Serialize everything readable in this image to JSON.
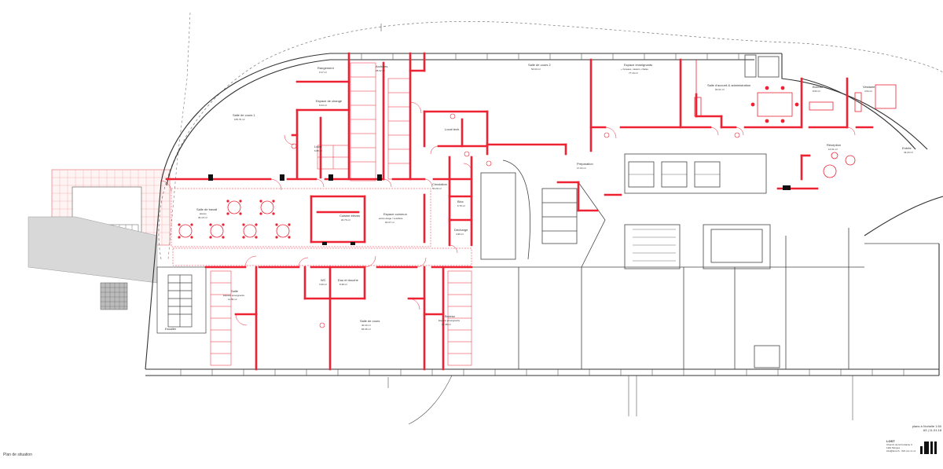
{
  "drawing": {
    "footer_left": "Plan de situation",
    "title_line1": "plans à l'échelle 1:50",
    "title_line2": "A3  |  11.01.18",
    "office_name": "LOST",
    "office_line1": "Chemin de la Fontaine 3",
    "office_line2": "1110 Morges",
    "office_line3": "info@lost.ch · 021 xxx xx xx"
  },
  "rooms": {
    "r_salle_cours_1": "Salle de cours 1",
    "r_salle_cours_1_area": "105.79 m²",
    "r_rangement": "Rangement",
    "r_rangement_area": "9.17 m²",
    "r_archives": "Archives",
    "r_archives_area": "28.62 m²",
    "r_salle_cours_2": "Salle de cours 2",
    "r_salle_cours_2_area": "54.63 m²",
    "r_espace_enseignants": "Espace enseignants",
    "r_espace_enseignants_sub": "+ bureaux, casiers, chaise",
    "r_espace_enseignants_area": "77.19 m²",
    "r_salle_accueil": "Salle d'accueil & administration",
    "r_salle_accueil_area": "64.61 m²",
    "r_bureau": "Bureau",
    "r_bureau_area": "8.93 m²",
    "r_vestiaire": "Vestiaire",
    "r_vestiaire_area": "4.54 m²",
    "r_espace_vestiaire": "Espace de change",
    "r_espace_vestiaire_area": "9.24 m²",
    "r_local_a": "Local",
    "r_local_a_area": "6.88 m²",
    "r_local_b": "Local tech.",
    "r_local_b_area": "",
    "r_salle_eleves": "Salle de travail",
    "r_salle_eleves_sub": "élèves",
    "r_salle_eleves_area": "36.15 m²",
    "r_cuisine": "Cuisine élèves",
    "r_cuisine_area": "20.76 m²",
    "r_espace_commun": "Espace commun",
    "r_espace_commun_sub": "accès étage / vestibule",
    "r_espace_commun_area": "64.67 m²",
    "r_circulation": "Circulation",
    "r_circulation_area": "50.29 m²",
    "r_bloc": "Bloc",
    "r_bloc_area": "6.79 m²",
    "r_decharge": "Décharge",
    "r_decharge_area": "4.96 m²",
    "r_salle_prep": "Préparation",
    "r_salle_prep_area": "17.64 m²",
    "r_wc": "WC",
    "r_wc_area": "3.30 m²",
    "r_eau": "Eau et douche",
    "r_eau_area": "8.38 m²",
    "r_salle_cours_3": "Salle de cours",
    "r_salle_cours_3_area": "40.43 m²",
    "r_salle_cours_3b": "66.06 m²",
    "r_salle_bas": "Bureau",
    "r_salle_bas_sub": "Espace enseignants",
    "r_salle_bas_area": "12.38 m²",
    "r_salle_gauche": "Salle",
    "r_salle_gauche_sub": "Espace enseignants",
    "r_salle_gauche_area": "11.89 m²",
    "r_entree": "Entrée",
    "r_entree_area": "43.20 m²",
    "r_reception": "Réception",
    "r_reception_area": "12.01 m²",
    "r_escalier": "Escalier"
  },
  "colors": {
    "new_wall": "#ee2233",
    "existing": "#444444",
    "hatch": "#e88888"
  }
}
